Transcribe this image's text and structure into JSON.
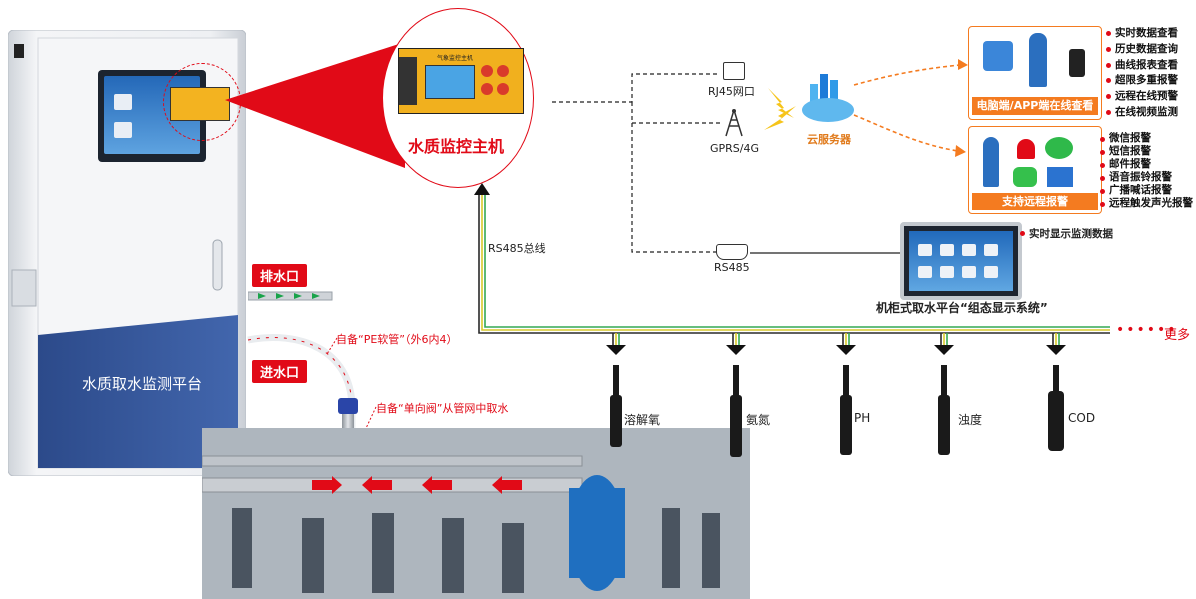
{
  "cabinet": {
    "title": "水质取水监测平台",
    "outlet_label": "排水口",
    "inlet_label": "进水口"
  },
  "host": {
    "title": "水质监控主机",
    "device_label": "气象监控主机"
  },
  "notes": {
    "pe_hose": "自备“PE软管”（外6内4）",
    "check_valve": "自备“单向阀”从管网中取水"
  },
  "bus": {
    "label": "RS485总线",
    "more": "更多"
  },
  "network": {
    "rj45": "RJ45网口",
    "gprs": "GPRS/4G",
    "rs485": "RS485",
    "cloud": "云服务器"
  },
  "panel_top": {
    "banner": "电脑端/APP端在线查看",
    "features": [
      "实时数据查看",
      "历史数据查询",
      "曲线报表查看",
      "超限多重报警",
      "远程在线预警",
      "在线视频监测"
    ]
  },
  "panel_bottom": {
    "banner": "支持远程报警",
    "features": [
      "微信报警",
      "短信报警",
      "邮件报警",
      "语音振铃报警",
      "广播喊话报警",
      "远程触发声光报警"
    ]
  },
  "display": {
    "caption": "机柜式取水平台“组态显示系统”",
    "note": "实时显示监测数据"
  },
  "sensors": [
    "溶解氧",
    "氨氮",
    "PH",
    "浊度",
    "COD"
  ],
  "colors": {
    "accent_red": "#e10a17",
    "orange": "#f47b20",
    "cabinet_blue": "#3a5a9c"
  }
}
